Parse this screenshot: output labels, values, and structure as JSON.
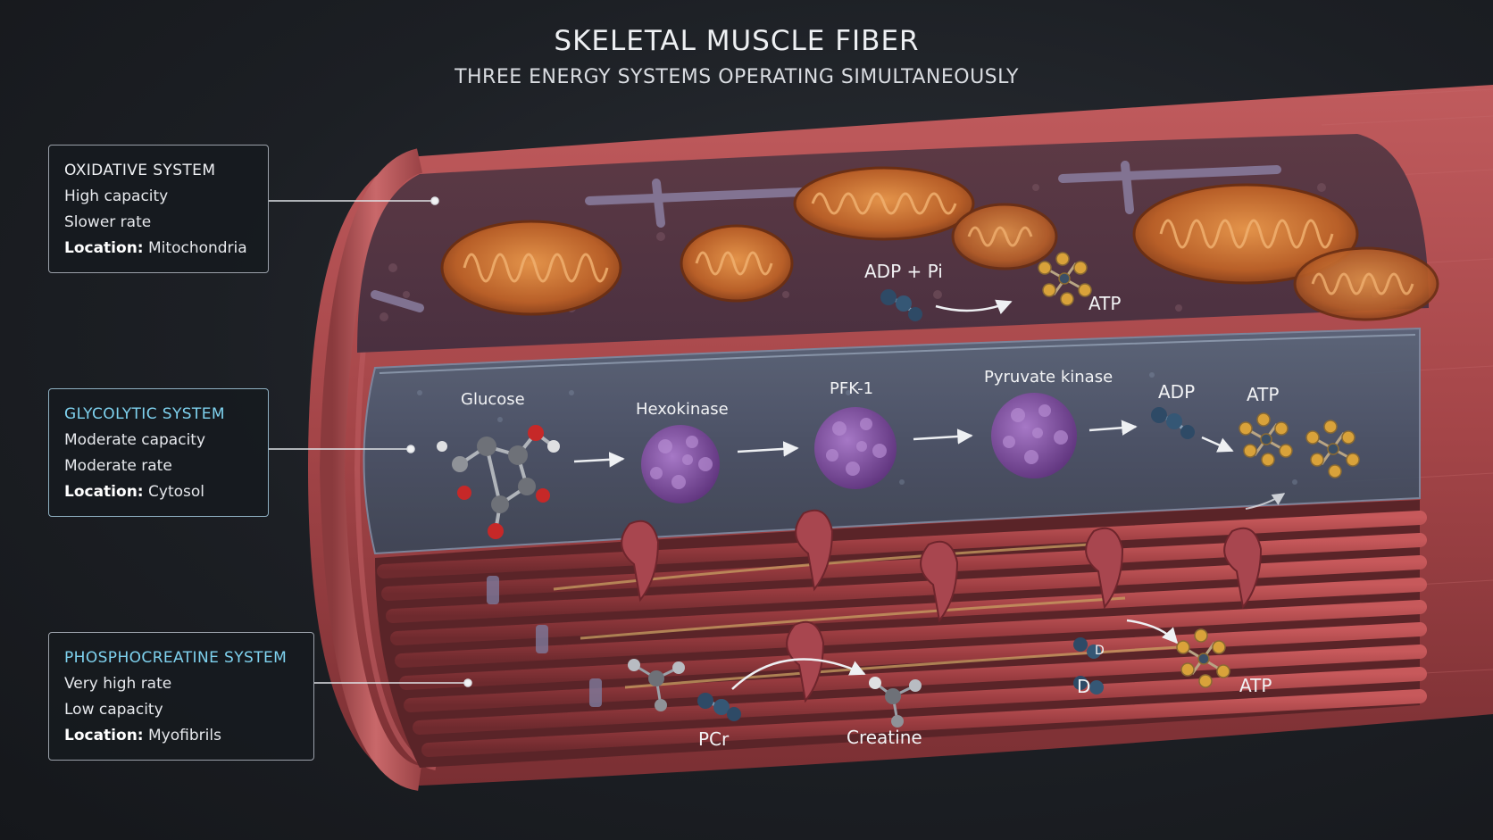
{
  "header": {
    "title": "SKELETAL MUSCLE FIBER",
    "subtitle": "THREE ENERGY SYSTEMS OPERATING SIMULTANEOUSLY"
  },
  "boxes": {
    "oxidative": {
      "title": "OXIDATIVE SYSTEM",
      "line1": "High capacity",
      "line2": "Slower rate",
      "location_label": "Location:",
      "location_value": "Mitochondria"
    },
    "glycolytic": {
      "title": "GLYCOLYTIC SYSTEM",
      "line1": "Moderate capacity",
      "line2": "Moderate rate",
      "location_label": "Location:",
      "location_value": "Cytosol"
    },
    "phosphocreatine": {
      "title": "PHOSPHOCREATINE SYSTEM",
      "line1": "Very high rate",
      "line2": "Low capacity",
      "location_label": "Location:",
      "location_value": "Myofibrils"
    }
  },
  "labels": {
    "oxidative_adp": "ADP + Pi",
    "oxidative_atp": "ATP",
    "glucose": "Glucose",
    "hexokinase": "Hexokinase",
    "pfk1": "PFK-1",
    "pyruvate_kinase": "Pyruvate kinase",
    "glyco_adp": "ADP",
    "glyco_atp": "ATP",
    "pcr": "PCr",
    "creatine": "Creatine",
    "pc_adp_partial_1": "D",
    "pc_adp_partial_2": "D",
    "pc_atp": "ATP"
  },
  "colors": {
    "muscle_red": "#a94a4c",
    "mitochondria_orange": "#c8702e",
    "cytosol_blue": "#4a5a70",
    "enzyme_purple": "#7a4a9a",
    "atp_gold": "#d9a23a",
    "adp_blue": "#2e4a66",
    "accent_cyan": "#7fd3f0"
  }
}
